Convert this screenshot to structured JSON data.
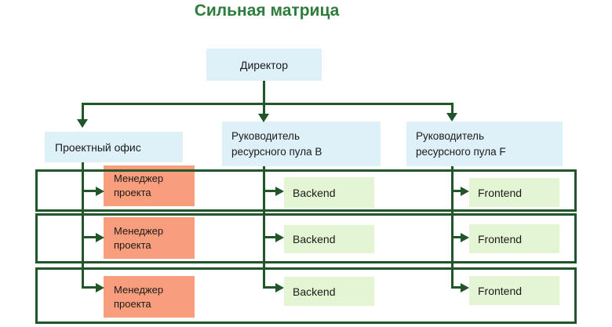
{
  "title": "Сильная матрица",
  "nodes": {
    "director": "Директор",
    "project_office": "Проектный офис",
    "pool_b": "Руководитель ресурсного пула B",
    "pool_f": "Руководитель ресурсного пула F"
  },
  "rows": [
    {
      "project_manager": "Менеджер проекта",
      "backend": "Backend",
      "frontend": "Frontend"
    },
    {
      "project_manager": "Менеджер проекта",
      "backend": "Backend",
      "frontend": "Frontend"
    },
    {
      "project_manager": "Менеджер проекта",
      "backend": "Backend",
      "frontend": "Frontend"
    }
  ],
  "colors": {
    "line_green": "#20562a",
    "title_green": "#2e7c3c",
    "node_blue": "#def0f8",
    "manager_orange": "#f89e7c",
    "resource_green": "#e3f5d2"
  }
}
